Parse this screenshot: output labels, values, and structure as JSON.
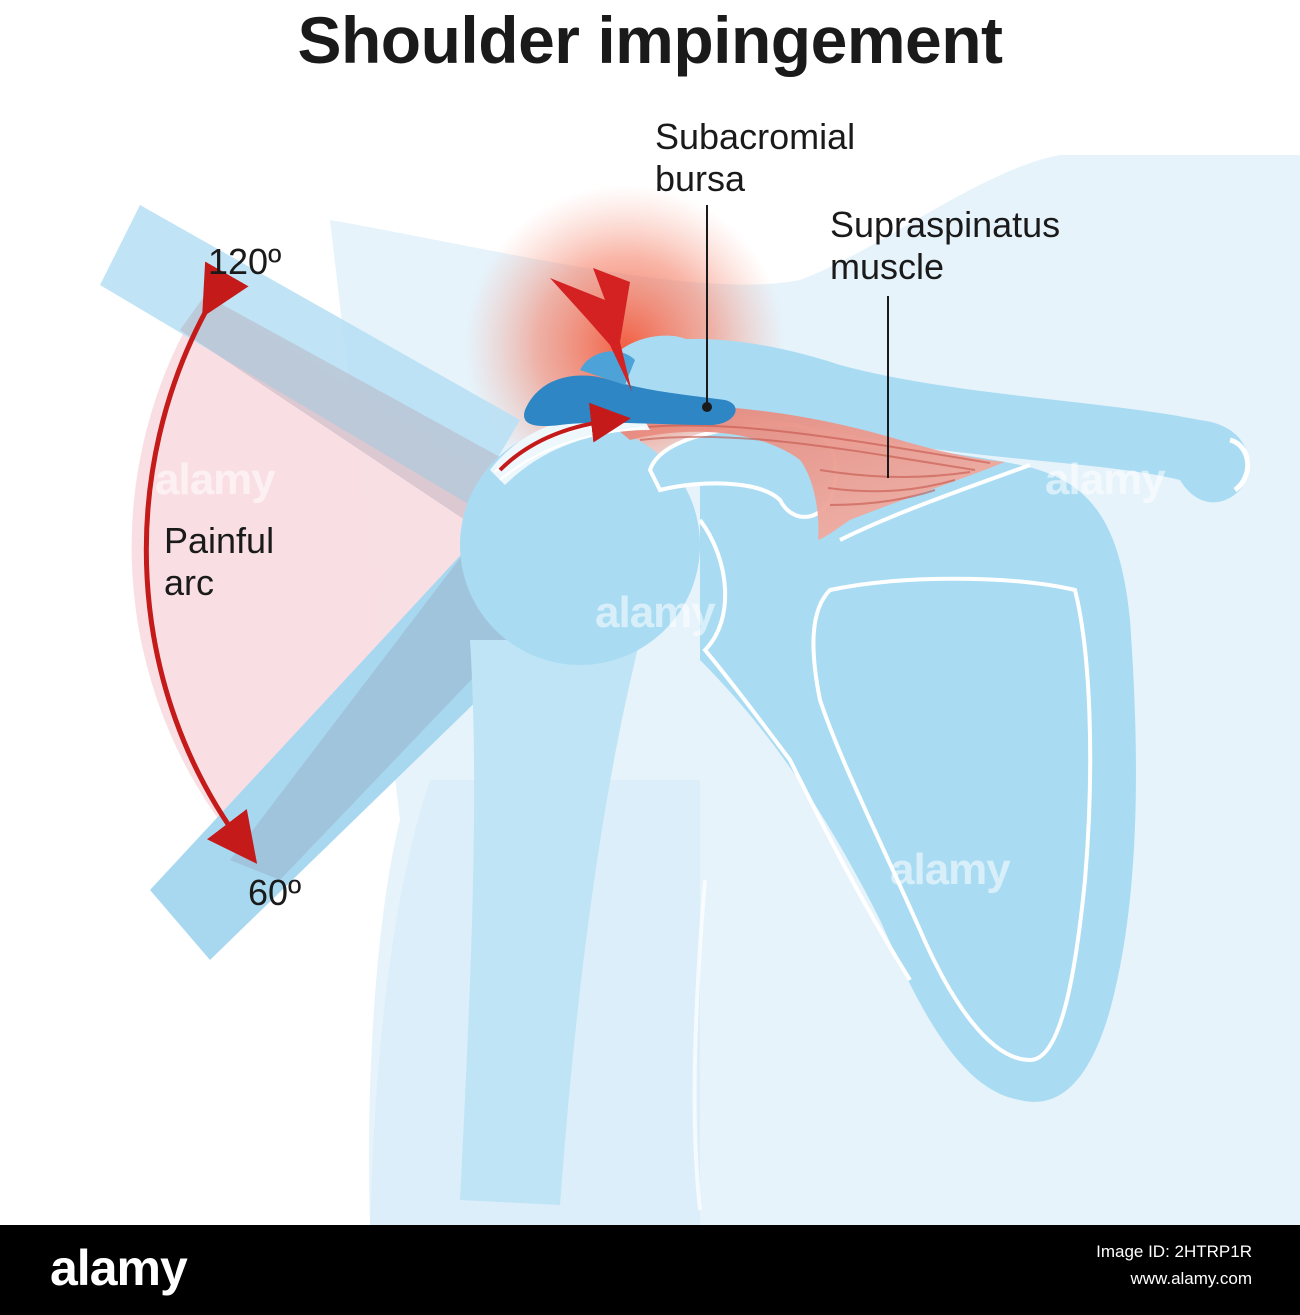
{
  "title": "Shoulder impingement",
  "labels": {
    "subacromial_bursa": [
      "Subacromial",
      "bursa"
    ],
    "supraspinatus_muscle": [
      "Supraspinatus",
      "muscle"
    ],
    "painful_arc": [
      "Painful",
      "arc"
    ],
    "angle_top": "120º",
    "angle_bottom": "60º"
  },
  "icons": {
    "pain_symbol": "lightning-bolt-icon",
    "range_arrow": "double-headed-arc-arrow"
  },
  "colors": {
    "skin_light": "#e6f3fb",
    "bone": "#a9dcf3",
    "arm": "#a8d8f0",
    "arc_fill": "#f9dde3",
    "arrow": "#c41a1a",
    "muscle": "#e8938a",
    "bursa": "#2f86c4",
    "pain_glow": "#f36f55"
  },
  "watermark": "alamy",
  "footer": {
    "logo": "alamy",
    "image_id": "Image ID: 2HTRP1R",
    "url": "www.alamy.com"
  }
}
